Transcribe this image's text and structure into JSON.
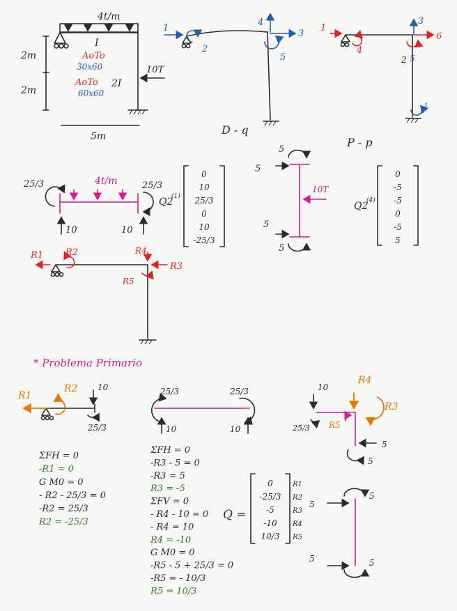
{
  "frame": {
    "load": "4t/m",
    "h1": "2m",
    "h2": "2m",
    "span": "5m",
    "beam_I": "I",
    "beam_prop1": "AoTo",
    "beam_prop2": "30x60",
    "col_prop1": "AoTo",
    "col_prop2": "60x60",
    "col_I": "2I",
    "lateral": "10T"
  },
  "dq": {
    "n1": "1",
    "n2": "2",
    "n3": "3",
    "n4": "4",
    "n5": "5",
    "caption": "D - q"
  },
  "pp": {
    "n1": "1",
    "n2": "2",
    "n3": "3",
    "n4": "4",
    "n5": "5",
    "n6": "6",
    "caption": "P - p"
  },
  "beam_fe": {
    "m_left": "25/3",
    "m_right": "25/3",
    "w": "4t/m",
    "r_left": "10",
    "r_right": "10",
    "vec_label": "Q2",
    "vec_sup": "(1)",
    "vec": [
      "0",
      "10",
      "25/3",
      "0",
      "10",
      "-25/3"
    ]
  },
  "col_fe": {
    "top_f": "5",
    "top_m": "5",
    "load": "10T",
    "bot_f": "5",
    "bot_m": "5",
    "vec_label": "Q2",
    "vec_sup": "(4)",
    "vec": [
      "0",
      "-5",
      "-5",
      "0",
      "-5",
      "5"
    ]
  },
  "reactions": {
    "R1": "R1",
    "R2": "R2",
    "R3": "R3",
    "R4": "R4",
    "R5": "R5"
  },
  "primary_title": "* Problema Primario",
  "pp_left": {
    "R1": "R1",
    "R2": "R2",
    "f": "10",
    "m": "25/3",
    "eqs": [
      "ΣFH = 0",
      "-R1 = 0",
      "G M0 = 0",
      "- R2 - 25/3 = 0",
      "-R2 = 25/3",
      "R2 = -25/3"
    ]
  },
  "pp_beam": {
    "m_left": "25/3",
    "m_right": "25/3",
    "r_left": "10",
    "r_right": "10"
  },
  "pp_mid_eqs": [
    "ΣFH = 0",
    "-R3 - 5 = 0",
    "-R3 = 5",
    "R3 = -5",
    "ΣFV = 0",
    "- R4 - 10 = 0",
    "- R4 = 10",
    "R4 = -10",
    "G M0 = 0",
    "-R5 - 5 + 25/3 = 0",
    "-R5 = - 10/3",
    "R5 = 10/3"
  ],
  "q_vector": {
    "label": "Q =",
    "vals": [
      "0",
      "-25/3",
      "-5",
      "-10",
      "10/3"
    ],
    "rows": [
      "R1",
      "R2",
      "R3",
      "R4",
      "R5"
    ]
  },
  "pp_joint": {
    "f": "10",
    "R4": "R4",
    "R3": "R3",
    "m": "25/3",
    "R5": "R5",
    "s1": "5",
    "s2": "5"
  },
  "pp_col": {
    "t1": "5",
    "t2": "5",
    "b1": "5",
    "b2": "5",
    "left": "5"
  }
}
